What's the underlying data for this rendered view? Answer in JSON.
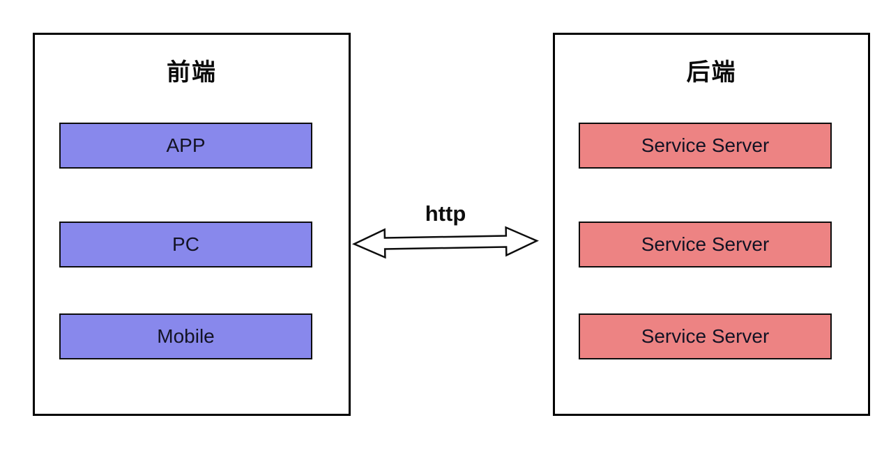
{
  "page": {
    "background": "#ffffff"
  },
  "diagram": {
    "frontend": {
      "title": "前端",
      "item_fill": "#8888ec",
      "items": [
        {
          "label": "APP"
        },
        {
          "label": "PC"
        },
        {
          "label": "Mobile"
        }
      ]
    },
    "backend": {
      "title": "后端",
      "item_fill": "#ed8383",
      "items": [
        {
          "label": "Service Server"
        },
        {
          "label": "Service Server"
        },
        {
          "label": "Service Server"
        }
      ]
    },
    "connection": {
      "label": "http",
      "arrow_style": "double-headed-outline",
      "arrow_fill": "#ffffff",
      "arrow_stroke": "#0d0d0d"
    }
  }
}
